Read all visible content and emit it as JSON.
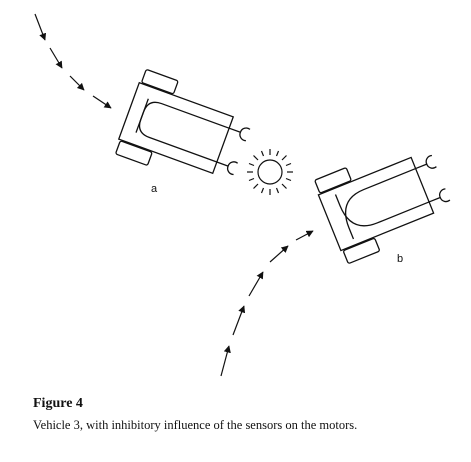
{
  "figure": {
    "label_a": "a",
    "label_b": "b",
    "icons": [
      "light-source-icon",
      "vehicle-icon",
      "vehicle-icon",
      "trajectory-arrow-icon"
    ]
  },
  "caption": {
    "title": "Figure 4",
    "text": "Vehicle 3, with inhibitory influence of the sensors on the motors."
  }
}
